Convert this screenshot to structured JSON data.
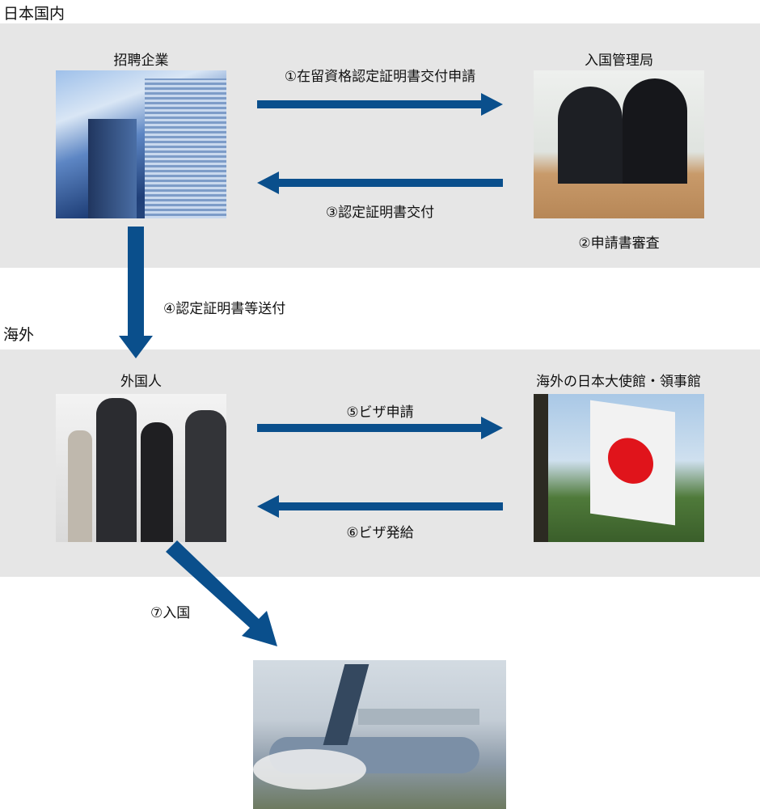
{
  "regions": {
    "domestic": "日本国内",
    "overseas": "海外"
  },
  "nodes": {
    "company": "招聘企業",
    "immigration": "入国管理局",
    "foreigner": "外国人",
    "embassy": "海外の日本大使館・領事館"
  },
  "steps": {
    "s1": "①在留資格認定証明書交付申請",
    "s2": "②申請書審査",
    "s3": "③認定証明書交付",
    "s4": "④認定証明書等送付",
    "s5": "⑤ビザ申請",
    "s6": "⑥ビザ発給",
    "s7": "⑦入国"
  },
  "colors": {
    "arrow": "#0a4f8c",
    "band": "#e6e6e6"
  }
}
